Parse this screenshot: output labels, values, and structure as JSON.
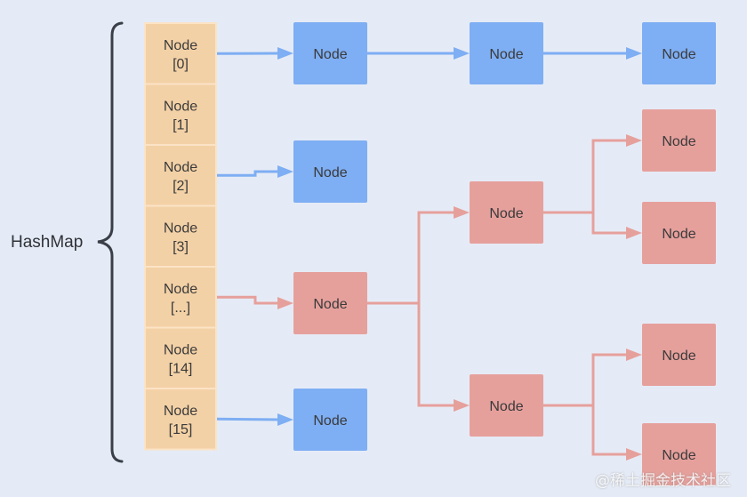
{
  "title": "HashMap",
  "colors": {
    "background": "#e5ebf6",
    "bucket_fill": "#f3d1a6",
    "bucket_border": "#fbe3c6",
    "list_node_fill": "#7eaef3",
    "tree_node_fill": "#e6a09c",
    "list_edge": "#7eaef3",
    "tree_edge": "#e6a09c",
    "text": "#3a3a3a",
    "brace": "#3a3f47"
  },
  "buckets": [
    {
      "id": "b0",
      "line1": "Node",
      "line2": "[0]"
    },
    {
      "id": "b1",
      "line1": "Node",
      "line2": "[1]"
    },
    {
      "id": "b2",
      "line1": "Node",
      "line2": "[2]"
    },
    {
      "id": "b3",
      "line1": "Node",
      "line2": "[3]"
    },
    {
      "id": "bdots",
      "line1": "Node",
      "line2": "[...]"
    },
    {
      "id": "b14",
      "line1": "Node",
      "line2": "[14]"
    },
    {
      "id": "b15",
      "line1": "Node",
      "line2": "[15]"
    }
  ],
  "nodes": [
    {
      "id": "l0a",
      "label": "Node",
      "kind": "list"
    },
    {
      "id": "l0b",
      "label": "Node",
      "kind": "list"
    },
    {
      "id": "l0c",
      "label": "Node",
      "kind": "list"
    },
    {
      "id": "l2a",
      "label": "Node",
      "kind": "list"
    },
    {
      "id": "l15a",
      "label": "Node",
      "kind": "list"
    },
    {
      "id": "troot",
      "label": "Node",
      "kind": "tree"
    },
    {
      "id": "tup",
      "label": "Node",
      "kind": "tree"
    },
    {
      "id": "tdown",
      "label": "Node",
      "kind": "tree"
    },
    {
      "id": "tup1",
      "label": "Node",
      "kind": "tree"
    },
    {
      "id": "tup2",
      "label": "Node",
      "kind": "tree"
    },
    {
      "id": "tdown1",
      "label": "Node",
      "kind": "tree"
    },
    {
      "id": "tdown2",
      "label": "Node",
      "kind": "tree"
    }
  ],
  "edges": [
    {
      "from": "b0",
      "to": "l0a",
      "kind": "list"
    },
    {
      "from": "l0a",
      "to": "l0b",
      "kind": "list"
    },
    {
      "from": "l0b",
      "to": "l0c",
      "kind": "list"
    },
    {
      "from": "b2",
      "to": "l2a",
      "kind": "list"
    },
    {
      "from": "b15",
      "to": "l15a",
      "kind": "list"
    },
    {
      "from": "bdots",
      "to": "troot",
      "kind": "tree"
    },
    {
      "from": "troot",
      "to": "tup",
      "kind": "tree"
    },
    {
      "from": "troot",
      "to": "tdown",
      "kind": "tree"
    },
    {
      "from": "tup",
      "to": "tup1",
      "kind": "tree"
    },
    {
      "from": "tup",
      "to": "tup2",
      "kind": "tree"
    },
    {
      "from": "tdown",
      "to": "tdown1",
      "kind": "tree"
    },
    {
      "from": "tdown",
      "to": "tdown2",
      "kind": "tree"
    }
  ],
  "watermark": "@稀土掘金技术社区"
}
